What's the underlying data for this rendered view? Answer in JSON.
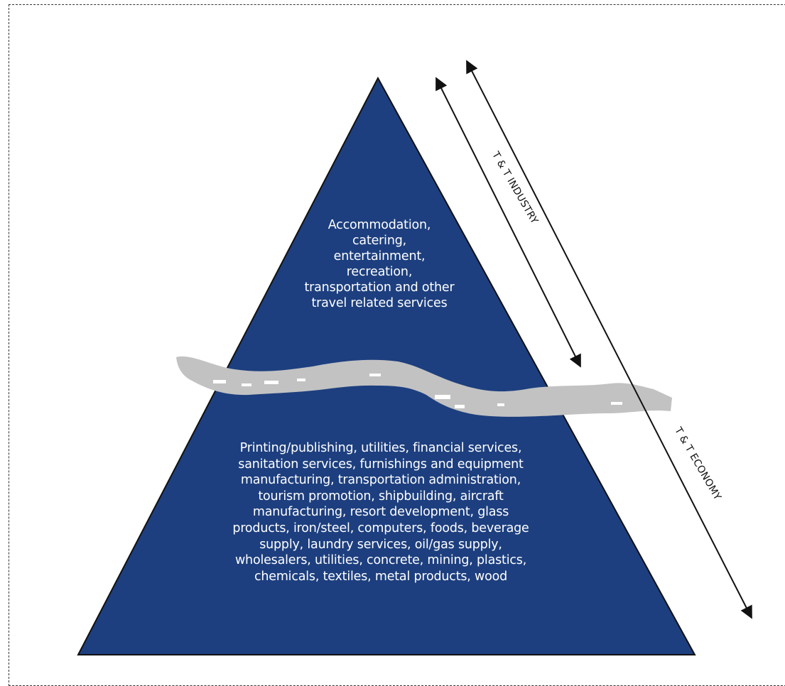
{
  "diagram": {
    "upper_section": {
      "lines": [
        "Accommodation,",
        "catering,",
        "entertainment,",
        "recreation,",
        "transportation and other",
        "travel related services"
      ]
    },
    "lower_section": {
      "lines": [
        "Printing/publishing, utilities, financial services,",
        "sanitation services, furnishings and equipment",
        "manufacturing, transportation administration,",
        "tourism promotion, shipbuilding, aircraft",
        "manufacturing, resort development, glass",
        "products, iron/steel, computers, foods, beverage",
        "supply, laundry services, oil/gas supply,",
        "wholesalers, utilities, concrete, mining, plastics,",
        "chemicals, textiles, metal products, wood"
      ]
    },
    "arrows": {
      "industry_label": "T & T INDUSTRY",
      "economy_label": "T & T ECONOMY"
    },
    "colors": {
      "pyramid_fill": "#1d3f7f",
      "pyramid_stroke": "#111111",
      "band": "#c0c0c0",
      "arrow": "#111111",
      "text": "#ffffff"
    }
  }
}
